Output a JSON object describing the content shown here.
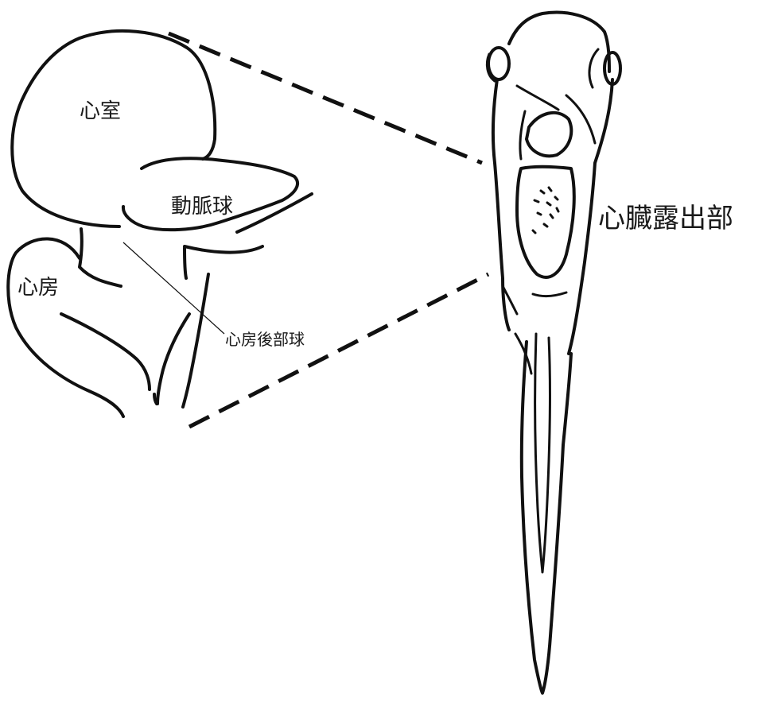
{
  "labels": {
    "ventricle": "心室",
    "bulbus_arteriosus": "動脈球",
    "atrium": "心房",
    "sinus_venosus": "心房後部球",
    "heart_exposure": "心臓露出部"
  },
  "colors": {
    "ink": "#111111",
    "background": "#ffffff"
  }
}
